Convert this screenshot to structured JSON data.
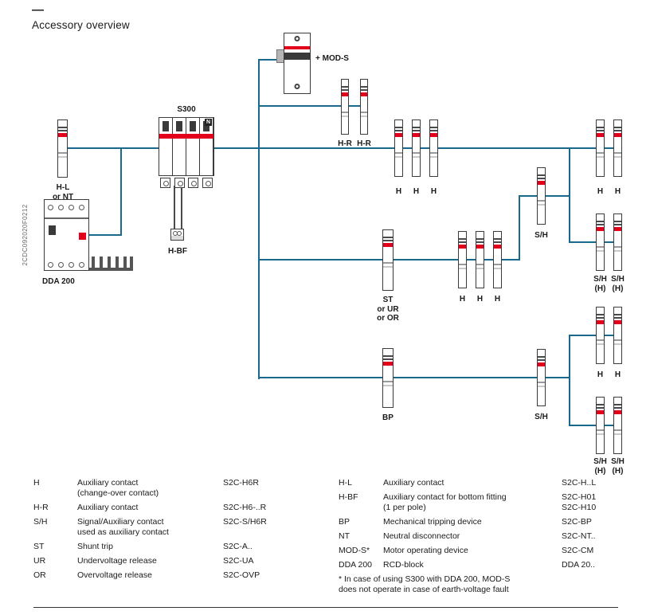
{
  "page": {
    "dash_mark": "—",
    "title": "Accessory overview",
    "side_code": "2CDC092020F0212"
  },
  "diagram": {
    "labels": {
      "h_l": "H-L\nor NT",
      "s300": "S300",
      "s300_n": "N",
      "dda200": "DDA 200",
      "h_bf": "H-BF",
      "mod_s": "+ MOD-S",
      "h_r": "H-R",
      "h": "H",
      "s_h": "S/H",
      "s_h_h": "S/H\n(H)",
      "st": "ST\nor UR\nor OR",
      "bp": "BP"
    },
    "line_color": "#19698c",
    "accent_red": "#e2001a"
  },
  "legend": {
    "left": [
      {
        "abbr": "H",
        "desc": "Auxiliary contact\n(change-over contact)",
        "code": "S2C-H6R"
      },
      {
        "abbr": "H-R",
        "desc": "Auxiliary contact",
        "code": "S2C-H6-..R"
      },
      {
        "abbr": "S/H",
        "desc": "Signal/Auxiliary contact\nused as auxiliary contact",
        "code": "S2C-S/H6R"
      },
      {
        "abbr": "ST",
        "desc": "Shunt trip",
        "code": "S2C-A.."
      },
      {
        "abbr": "UR",
        "desc": "Undervoltage release",
        "code": "S2C-UA"
      },
      {
        "abbr": "OR",
        "desc": "Overvoltage release",
        "code": "S2C-OVP"
      }
    ],
    "right": [
      {
        "abbr": "H-L",
        "desc": "Auxiliary contact",
        "code": "S2C-H..L"
      },
      {
        "abbr": "H-BF",
        "desc": "Auxiliary contact for bottom fitting\n(1 per pole)",
        "code": "S2C-H01\nS2C-H10"
      },
      {
        "abbr": "BP",
        "desc": "Mechanical tripping device",
        "code": "S2C-BP"
      },
      {
        "abbr": "NT",
        "desc": "Neutral disconnector",
        "code": "S2C-NT.."
      },
      {
        "abbr": "MOD-S*",
        "desc": "Motor operating device",
        "code": "S2C-CM"
      },
      {
        "abbr": "DDA 200",
        "desc": "RCD-block",
        "code": "DDA 20.."
      }
    ],
    "footnote": "* In case of using S300 with DDA 200, MOD-S\ndoes not operate in case of earth-voltage fault"
  }
}
